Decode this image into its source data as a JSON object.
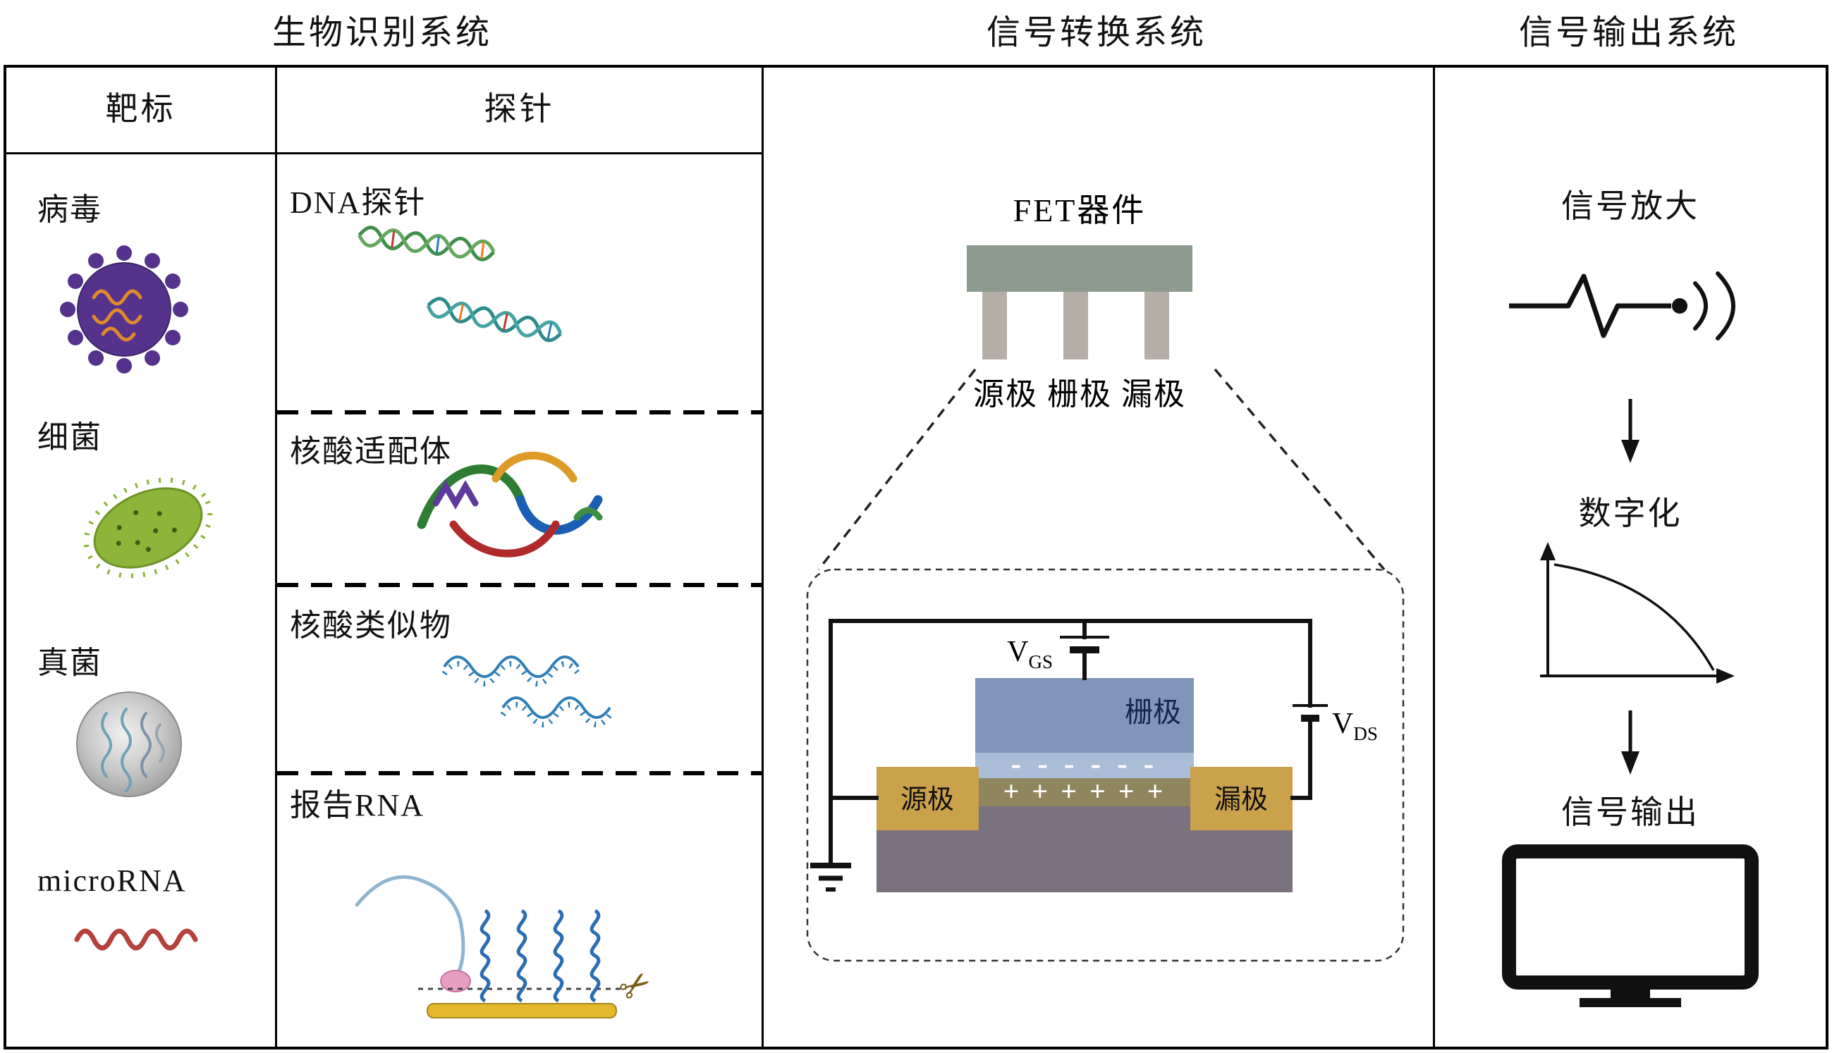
{
  "titles": {
    "bio": "生物识别系统",
    "transduce": "信号转换系统",
    "output": "信号输出系统"
  },
  "bio_panel": {
    "target_header": "靶标",
    "probe_header": "探针",
    "targets": [
      {
        "label": "病毒",
        "icon": "virus-icon"
      },
      {
        "label": "细菌",
        "icon": "bacteria-icon"
      },
      {
        "label": "真菌",
        "icon": "fungus-icon"
      },
      {
        "label": "microRNA",
        "icon": "mirna-icon"
      }
    ],
    "probes": [
      {
        "label": "DNA探针",
        "icon": "dna-helix-icon"
      },
      {
        "label": "核酸适配体",
        "icon": "aptamer-icon"
      },
      {
        "label": "核酸类似物",
        "icon": "nucleic-analog-icon"
      },
      {
        "label": "报告RNA",
        "icon": "reporter-rna-icon"
      }
    ]
  },
  "fet_panel": {
    "device_label": "FET器件",
    "electrode_row": "源极 栅极 漏极",
    "circuit": {
      "vgs_main": "V",
      "vgs_sub": "GS",
      "vds_main": "V",
      "vds_sub": "DS",
      "gate": "栅极",
      "source": "源极",
      "drain": "漏极",
      "neg_charges": "- - - - - -",
      "pos_charges": "+ + + + + +"
    }
  },
  "output_panel": {
    "steps": [
      {
        "label": "信号放大",
        "icon": "amplifier-icon"
      },
      {
        "label": "数字化",
        "icon": "digitize-graph-icon"
      },
      {
        "label": "信号输出",
        "icon": "monitor-icon"
      }
    ]
  },
  "glyphs": {
    "scissors": "✂"
  },
  "colors": {
    "line": "#111111",
    "fet_body": "#8D9B8F",
    "fet_leg": "#B5AFA7",
    "gate": "#7F96BA",
    "gate_strip": "#A9BDD7",
    "electrode": "#C9A24B",
    "channel": "#8F855F",
    "substrate": "#7B7280",
    "virus": "#55338C",
    "bacteria": "#8CB53A",
    "fungus": "#BDBDBD",
    "mirna": "#B5413C",
    "gold_bar": "#E3B82D",
    "coil_blue": "#2A6DB3"
  }
}
